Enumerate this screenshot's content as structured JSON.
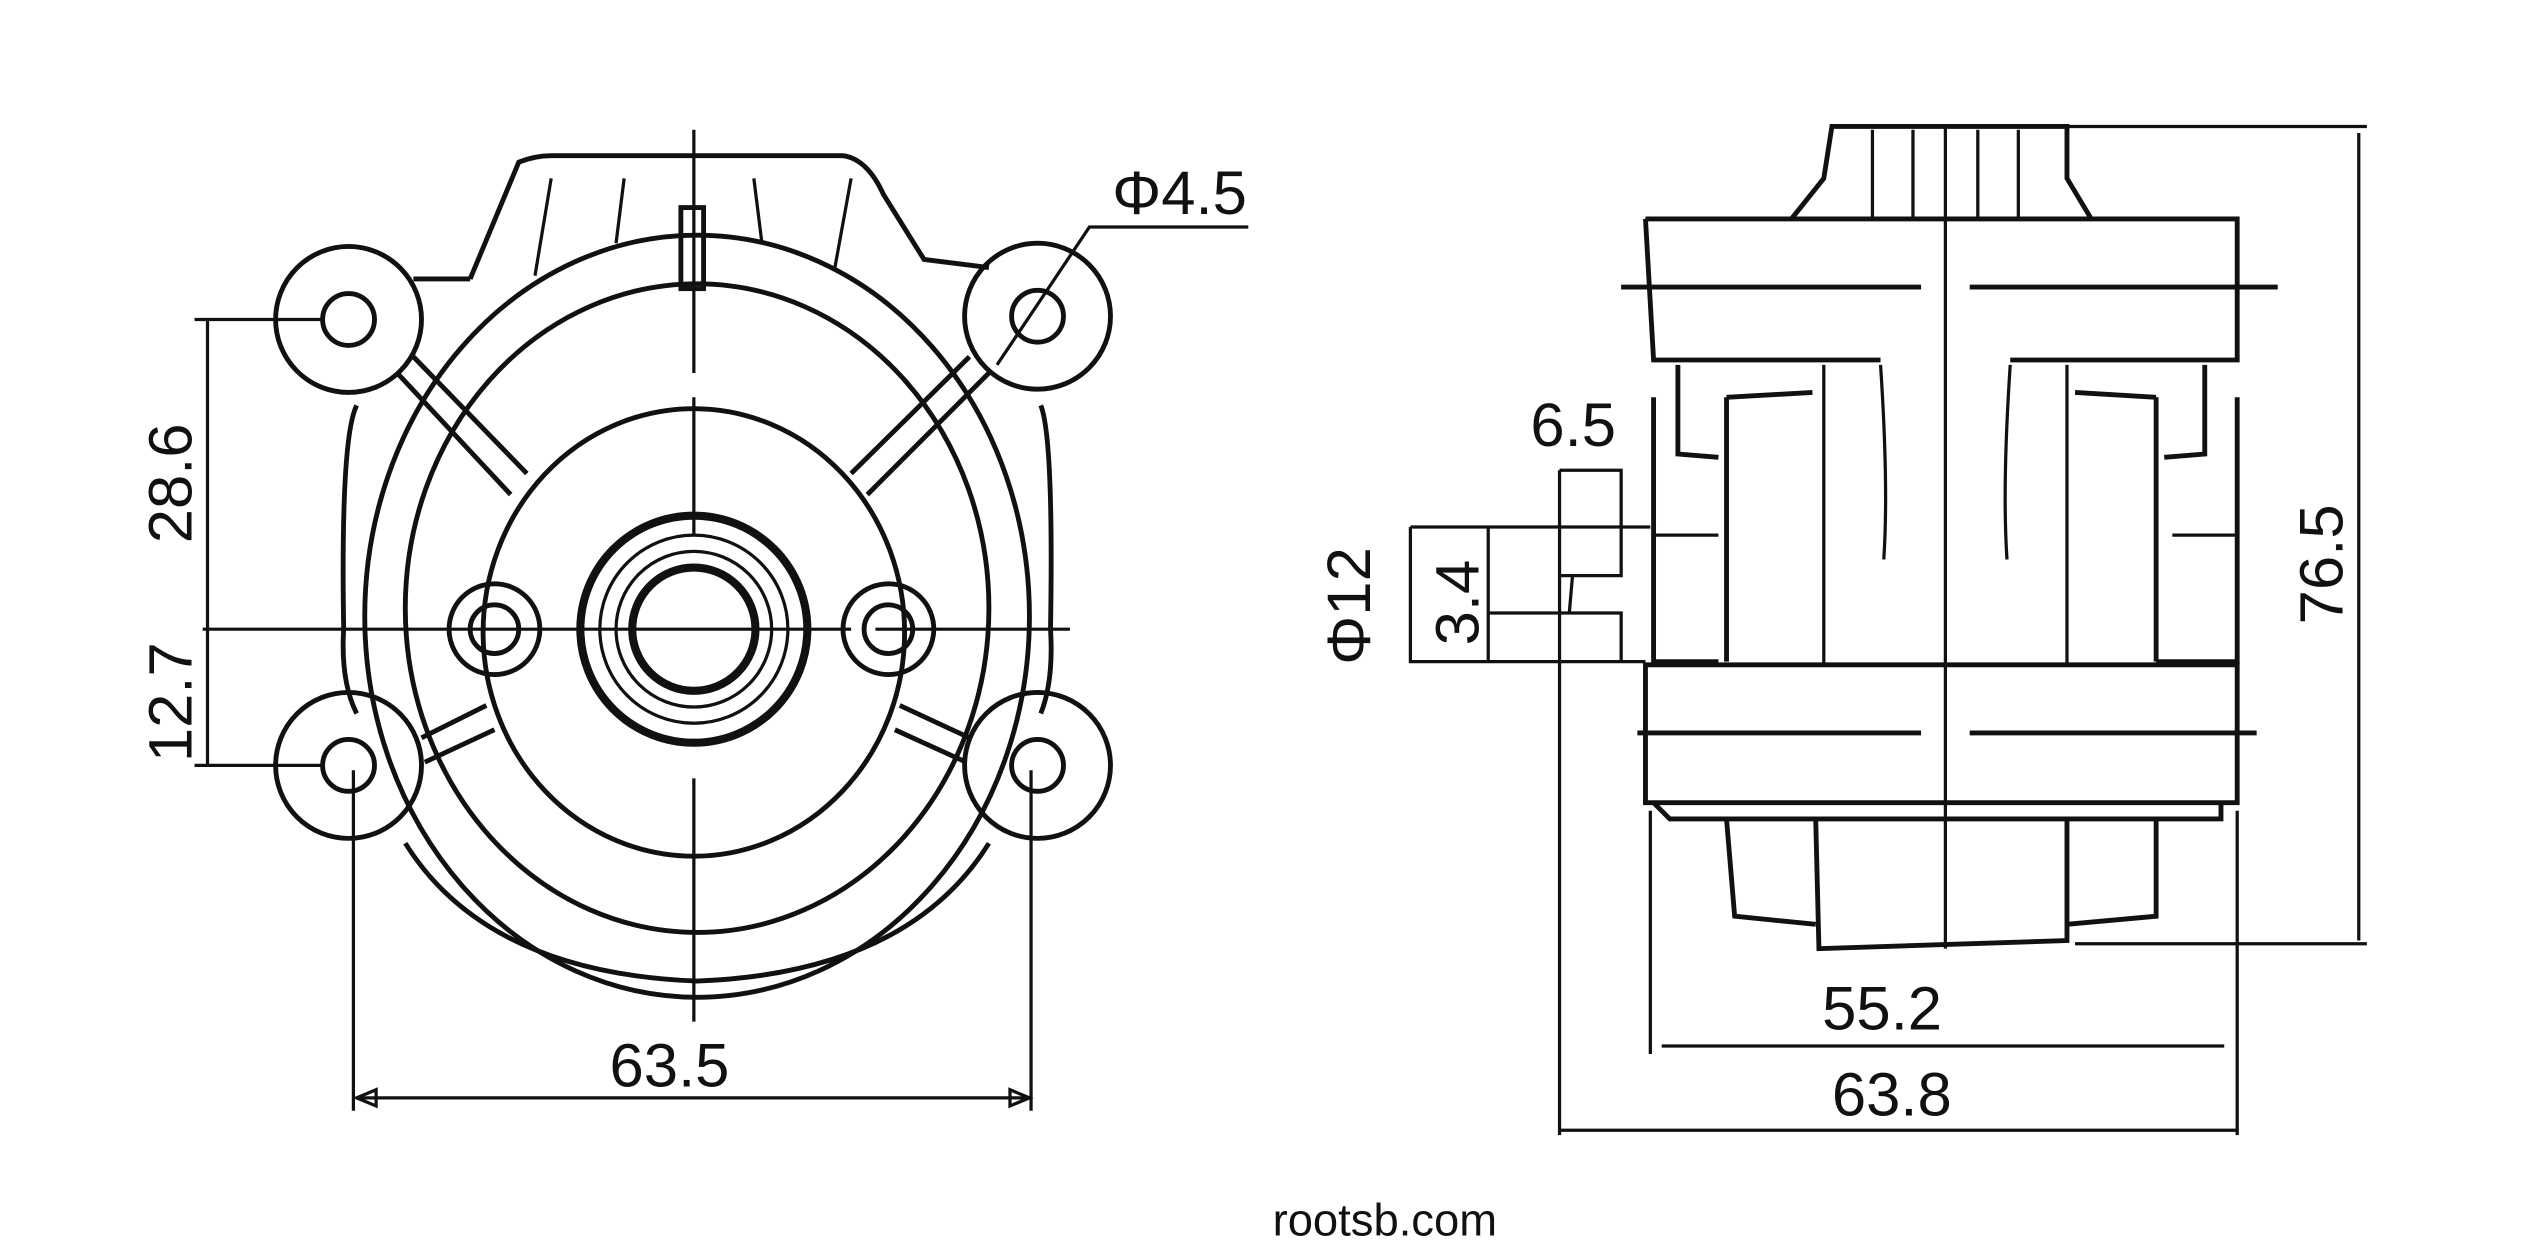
{
  "front_view": {
    "dim_hole_dia": "Φ4.5",
    "dim_upper_vertical": "28.6",
    "dim_lower_vertical": "12.7",
    "dim_width": "63.5"
  },
  "side_view": {
    "dim_6_5": "6.5",
    "dim_3_4": "3.4",
    "dim_phi12": "Φ12",
    "dim_height": "76.5",
    "dim_inner_width": "55.2",
    "dim_outer_width": "63.8"
  },
  "watermark": "rootsb.com"
}
